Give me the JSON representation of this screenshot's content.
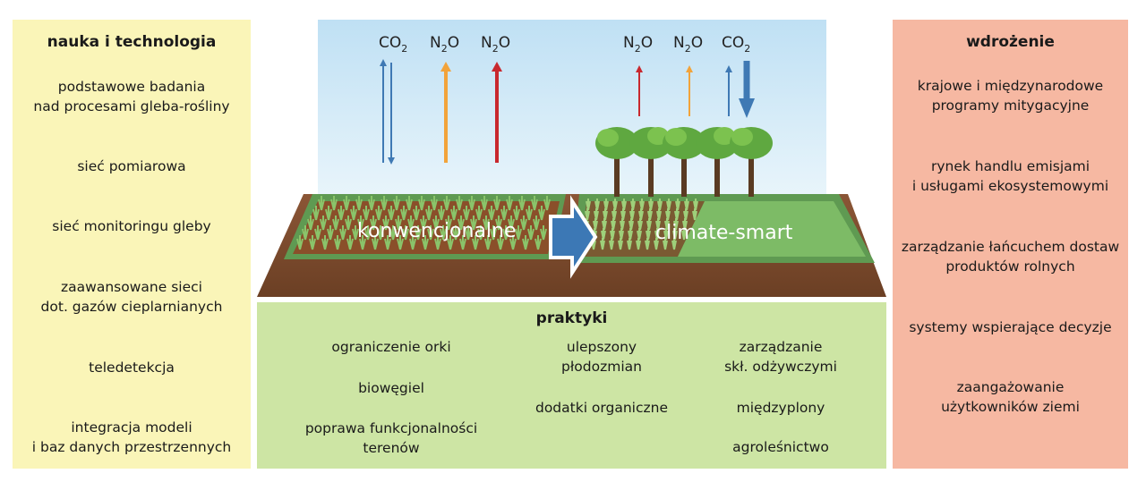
{
  "science": {
    "title": "nauka i technologia",
    "items": [
      "podstawowe badania\nnad procesami gleba-rośliny",
      "sieć pomiarowa",
      "sieć monitoringu gleby",
      "zaawansowane sieci\ndot. gazów cieplarnianych",
      "teledetekcja",
      "integracja modeli\ni baz danych przestrzennych"
    ]
  },
  "implementation": {
    "title": "wdrożenie",
    "items": [
      "krajowe  i międzynarodowe\nprogramy mitygacyjne",
      "rynek handlu emisjami\ni usługami ekosystemowymi",
      "zarządzanie łańcuchem dostaw\nproduktów rolnych",
      "systemy wspierające decyzje",
      "zaangażowanie\nużytkowników ziemi"
    ]
  },
  "practices": {
    "title": "praktyki",
    "items": [
      "ograniczenie orki",
      "biowęgiel",
      "poprawa funkcjonalności\nterenów",
      "ulepszony\npłodozmian",
      "dodatki organiczne",
      "zarządzanie\nskł. odżywczymi",
      "międzyplony",
      "agroleśnictwo"
    ]
  },
  "scene": {
    "conventional_label": "konwencjonalne",
    "smart_label": "climate-smart",
    "gases_left": [
      {
        "base": "CO",
        "sub": "2"
      },
      {
        "base": "N",
        "sub": "2",
        "tail": "O"
      },
      {
        "base": "N",
        "sub": "2",
        "tail": "O"
      }
    ],
    "gases_right": [
      {
        "base": "N",
        "sub": "2",
        "tail": "O"
      },
      {
        "base": "N",
        "sub": "2",
        "tail": "O"
      },
      {
        "base": "CO",
        "sub": "2"
      }
    ],
    "colors": {
      "co2_arrow": "#3f79b4",
      "n2o_orange": "#f2a33a",
      "n2o_red": "#c8282e",
      "sky": "#cfe8f6",
      "soil": "#7a4a2c",
      "grass": "#6fb35a",
      "transition_arrow": "#3c78b5"
    }
  }
}
